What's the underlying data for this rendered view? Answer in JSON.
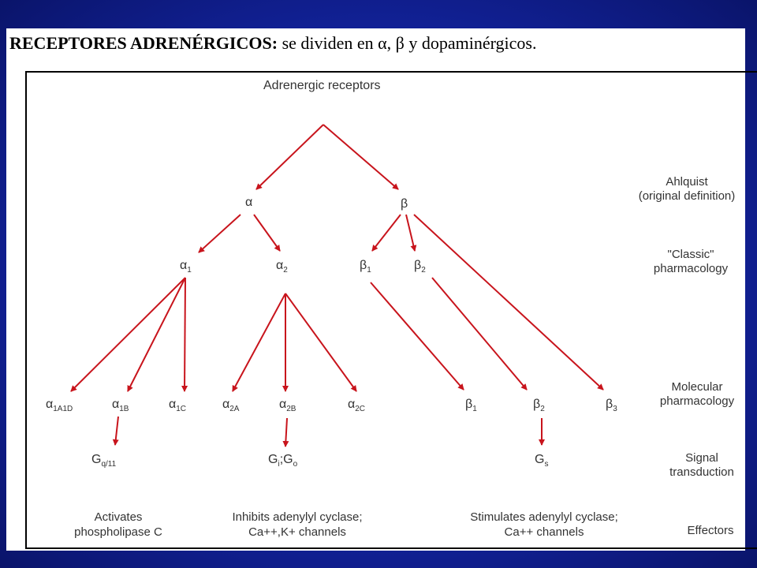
{
  "title": {
    "bold": "RECEPTORES ADRENÉRGICOS:",
    "rest": " se dividen en α, β y dopaminérgicos."
  },
  "diagram": {
    "root": "Adrenergic receptors",
    "alpha": "α",
    "beta": "β",
    "alpha1": {
      "sym": "α",
      "sub": "1"
    },
    "alpha2": {
      "sym": "α",
      "sub": "2"
    },
    "beta1": {
      "sym": "β",
      "sub": "1"
    },
    "beta2": {
      "sym": "β",
      "sub": "2"
    },
    "a1a1d": {
      "sym": "α",
      "sub": "1A1D"
    },
    "a1b": {
      "sym": "α",
      "sub": "1B"
    },
    "a1c": {
      "sym": "α",
      "sub": "1C"
    },
    "a2a": {
      "sym": "α",
      "sub": "2A"
    },
    "a2b": {
      "sym": "α",
      "sub": "2B"
    },
    "a2c": {
      "sym": "α",
      "sub": "2C"
    },
    "mb1": {
      "sym": "β",
      "sub": "1"
    },
    "mb2": {
      "sym": "β",
      "sub": "2"
    },
    "mb3": {
      "sym": "β",
      "sub": "3"
    },
    "gq": {
      "sym": "G",
      "sub": "q/11"
    },
    "gi": {
      "sym": "G",
      "sub": "i",
      "mid": ";G",
      "sub2": "o"
    },
    "gs": {
      "sym": "G",
      "sub": "s"
    },
    "levels": {
      "ahlquist_1": "Ahlquist",
      "ahlquist_2": "(original definition)",
      "classic_1": "\"Classic\"",
      "classic_2": "pharmacology",
      "molecular_1": "Molecular",
      "molecular_2": "pharmacology",
      "signal_1": "Signal",
      "signal_2": "transduction",
      "effectors": "Effectors"
    },
    "effects": {
      "e1_line1": "Activates",
      "e1_line2": "phospholipase C",
      "e2_line1": "Inhibits adenylyl cyclase;",
      "e2_line2": "Ca++,K+ channels",
      "e3_line1": "Stimulates adenylyl cyclase;",
      "e3_line2": "Ca++ channels"
    },
    "arrow_color": "#c8141c"
  }
}
